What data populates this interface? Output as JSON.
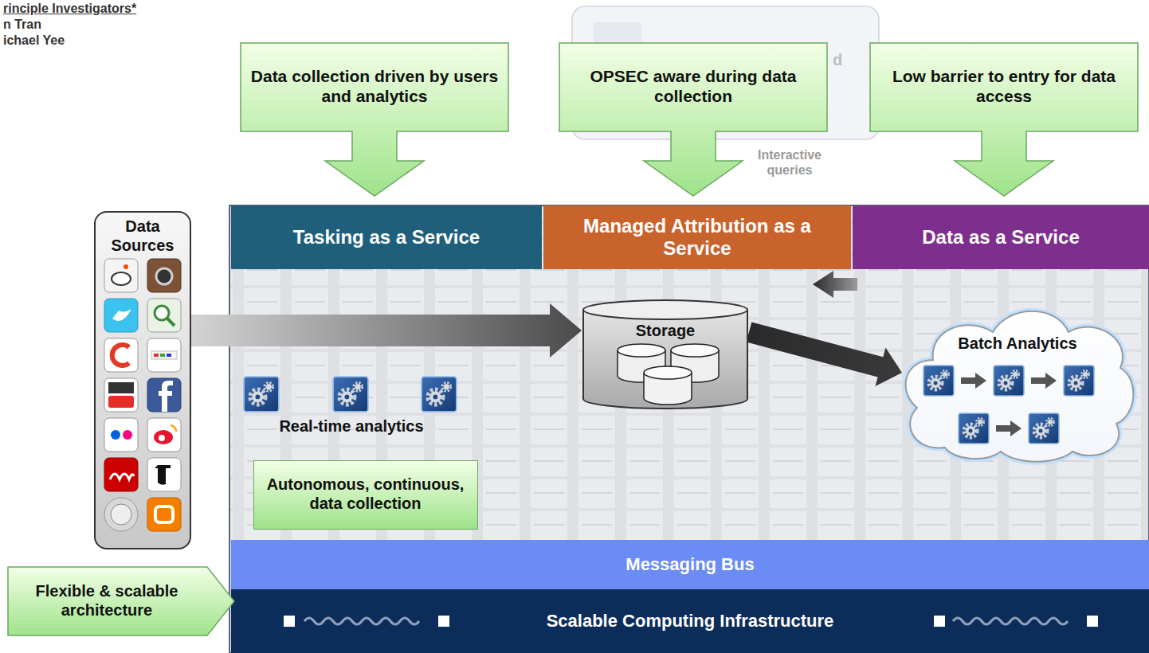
{
  "diagram": {
    "nodes": [
      {
        "text": [
          "Data collection driven by users and analytics"
        ]
      },
      {
        "text": [
          "OPSEC aware during data collection"
        ]
      },
      {
        "text": [
          "Low barrier to entry for data access"
        ]
      },
      {
        "text": [
          "Tasking as a Service"
        ]
      },
      {
        "text": [
          "Managed Attribution as a Service"
        ]
      },
      {
        "text": [
          "Data as a Service"
        ]
      },
      {
        "text": [
          "Data Sources"
        ]
      },
      {
        "text": [
          "Storage"
        ]
      },
      {
        "text": [
          "Batch Analytics"
        ]
      },
      {
        "text": [
          "Autonomous, continuous, data collection"
        ]
      },
      {
        "text": [
          "Messaging Bus"
        ]
      },
      {
        "text": [
          "Scalable Computing Infrastructure"
        ]
      },
      {
        "text": [
          "Flexible & scalable architecture"
        ]
      }
    ],
    "edges": [
      {
        "from": 6,
        "to": 7,
        "arrow": "to"
      },
      {
        "from": 7,
        "to": 8,
        "arrow": "to"
      }
    ],
    "labels": [
      "rinciple Investigators*",
      "n Tran",
      "ichael Yee",
      "d",
      "Interactive queries",
      "Real-time analytics"
    ]
  }
}
